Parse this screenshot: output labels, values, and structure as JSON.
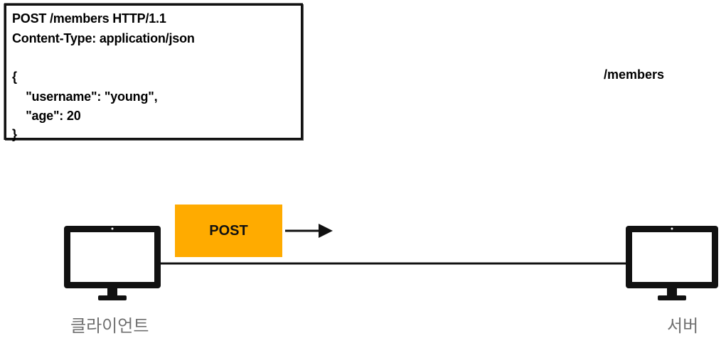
{
  "request": {
    "lines": [
      "POST /members HTTP/1.1",
      "Content-Type: application/json",
      "",
      "{",
      "    \"username\": \"young\",",
      "    \"age\": 20",
      "}"
    ]
  },
  "path_label": "/members",
  "method_label": "POST",
  "nodes": {
    "client": {
      "label": "클라이언트",
      "icon": "monitor-icon"
    },
    "server": {
      "label": "서버",
      "icon": "monitor-icon"
    }
  },
  "colors": {
    "method_box": "#ffab00",
    "node_label": "#707070",
    "stroke": "#111111"
  }
}
